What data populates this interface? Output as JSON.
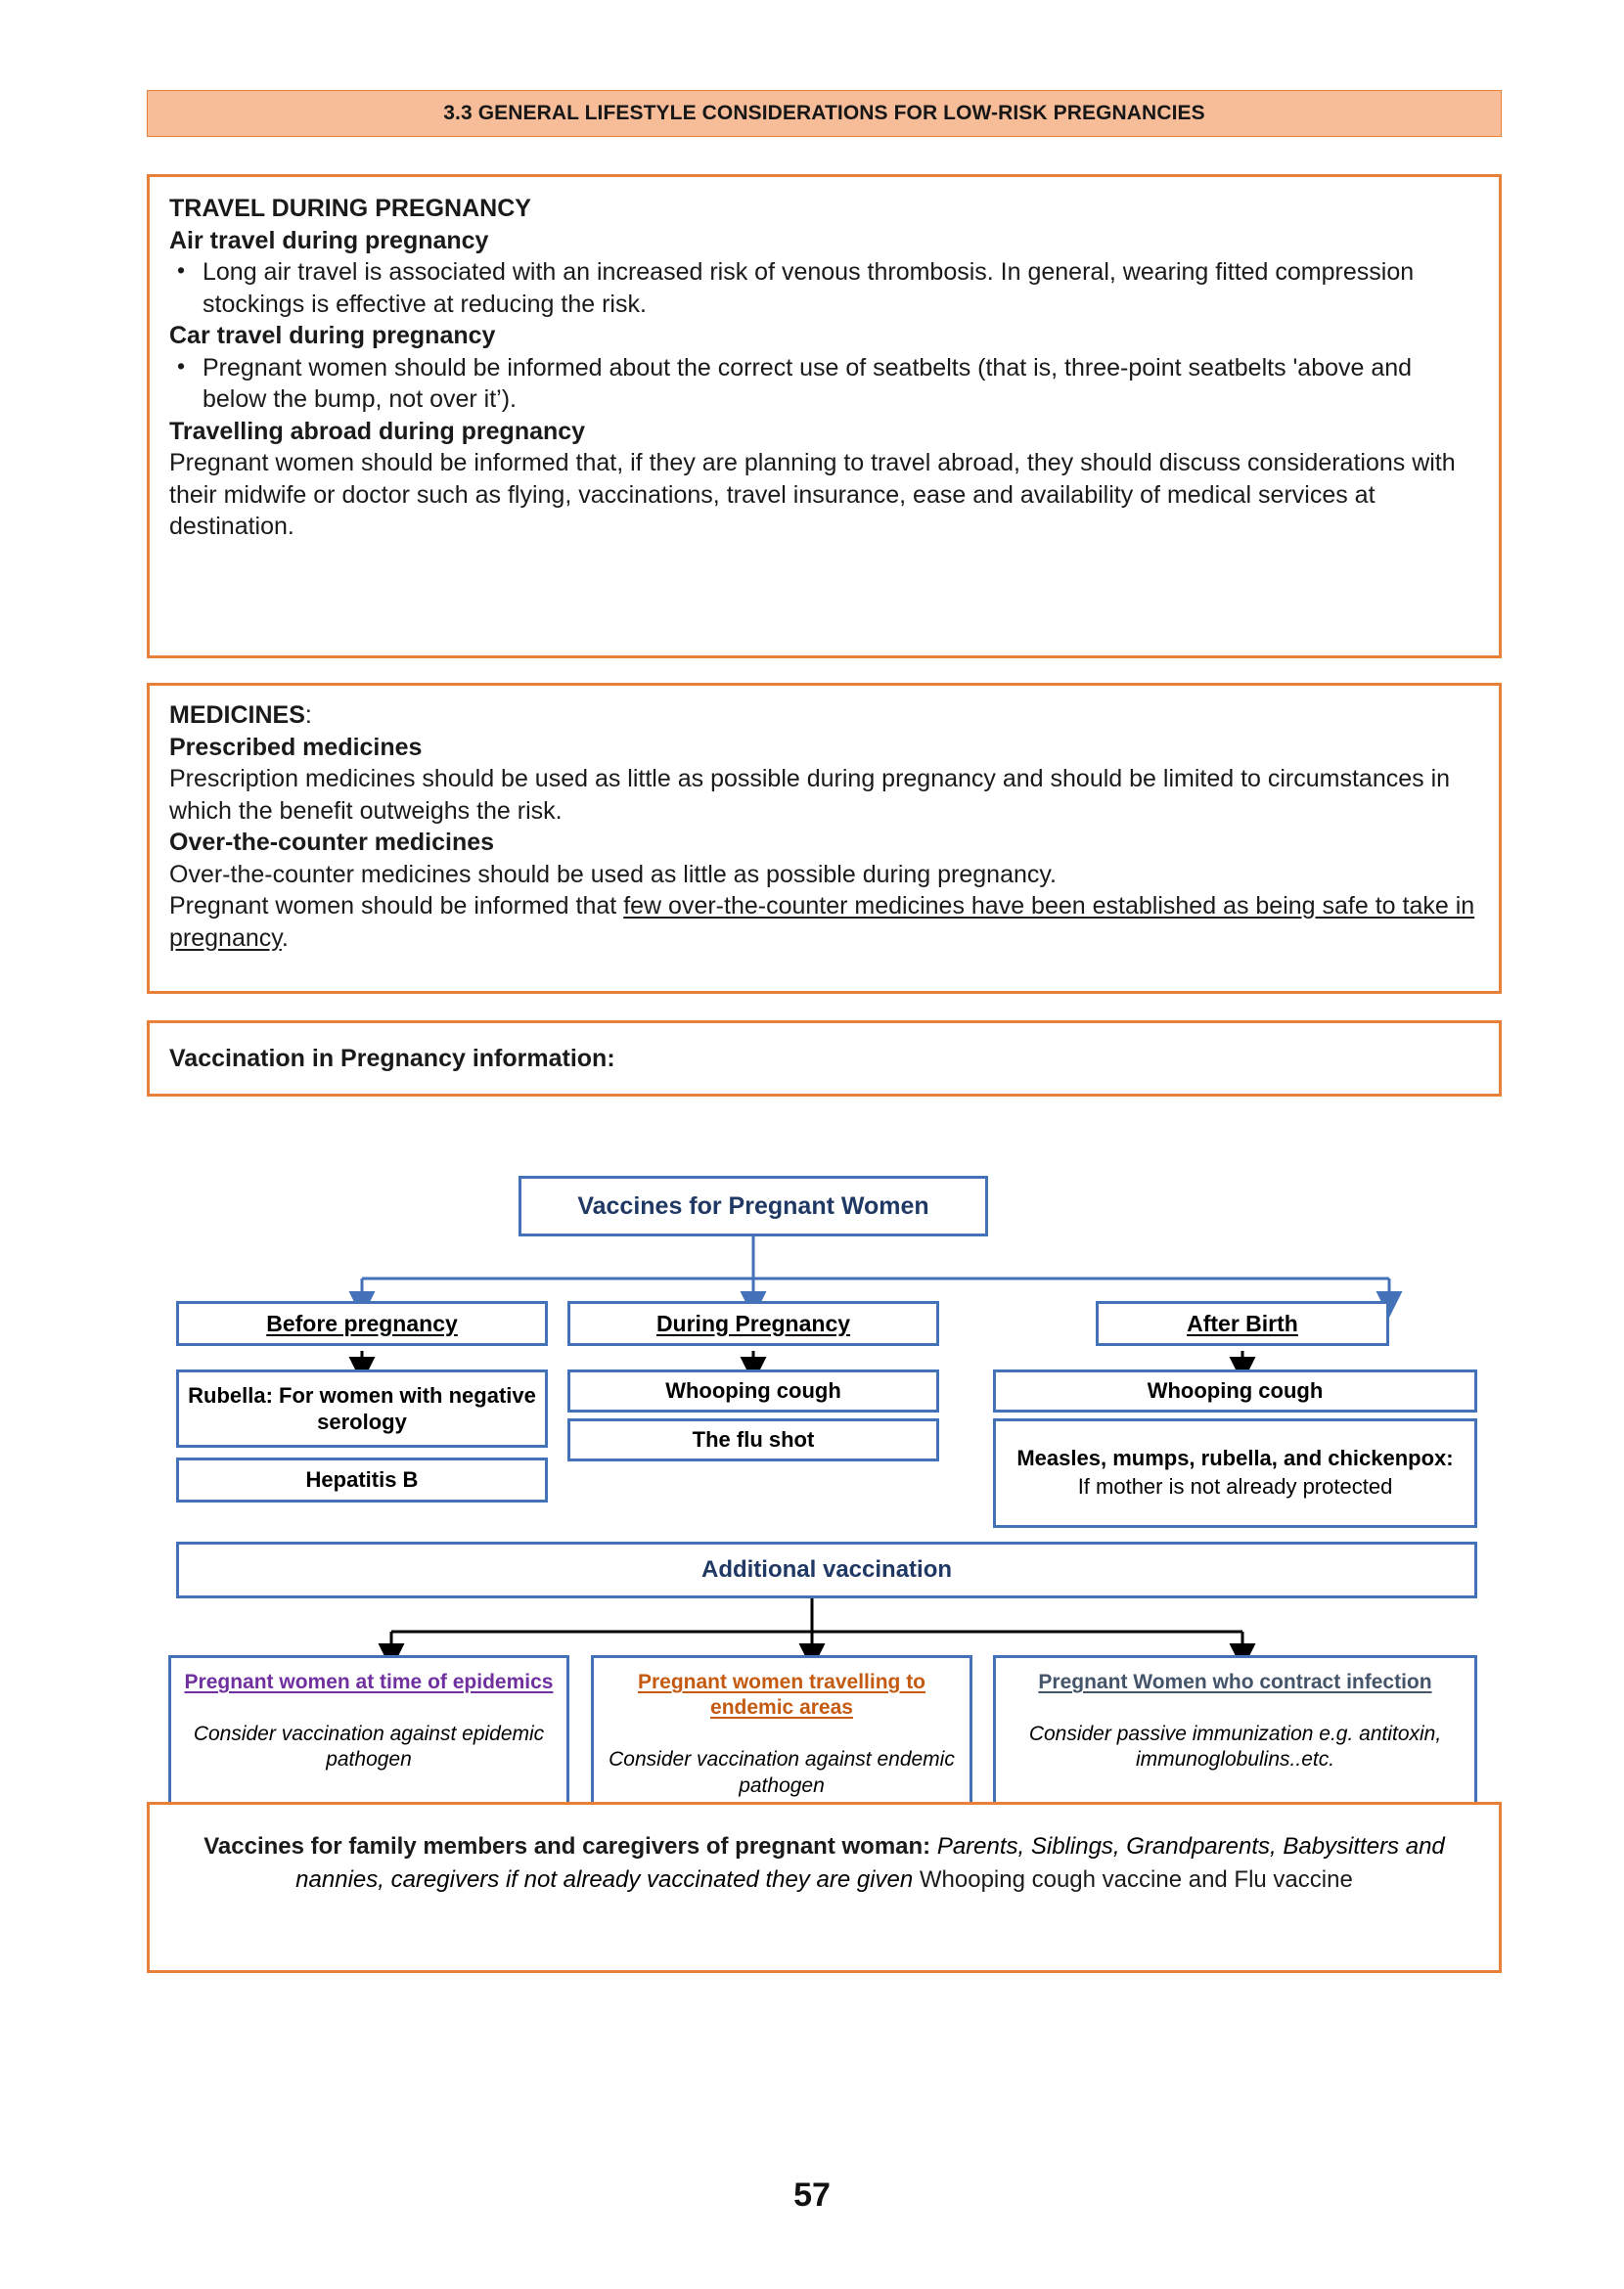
{
  "header": {
    "title": "3.3 GENERAL LIFESTYLE CONSIDERATIONS FOR LOW-RISK PREGNANCIES"
  },
  "travel_box": {
    "title": "TRAVEL DURING PREGNANCY",
    "air_heading": "Air travel during pregnancy",
    "air_bullet": "Long air travel is associated with an increased risk of venous thrombosis. In general, wearing fitted compression stockings is effective at reducing the risk.",
    "car_heading": "Car travel during pregnancy",
    "car_bullet": "Pregnant women should be informed about the correct use of seatbelts (that is, three-point seatbelts 'above and below the bump, not over it’).",
    "abroad_heading": "Travelling abroad during pregnancy",
    "abroad_text": "Pregnant women should be informed that, if they are planning to travel abroad, they should discuss considerations with their midwife or doctor such as flying, vaccinations, travel insurance, ease and availability of medical services at destination."
  },
  "medicines_box": {
    "title": "MEDICINES",
    "title_colon": ":",
    "prescribed_heading": "Prescribed medicines",
    "prescribed_text": "Prescription medicines should be used as little as possible during pregnancy and should be limited to circumstances in which the benefit outweighs the risk.",
    "otc_heading": "Over-the-counter medicines",
    "otc_text_1": "Over-the-counter medicines should be used as little as possible during pregnancy.",
    "otc_text_2_plain": "Pregnant women should be informed that ",
    "otc_text_2_underlined": "few over-the-counter medicines have been established as being safe to take in pregnancy",
    "otc_text_2_end": "."
  },
  "vaccination_info_box": {
    "label": "Vaccination in Pregnancy information:"
  },
  "flowchart": {
    "root": "Vaccines for Pregnant Women",
    "branches": [
      {
        "label": "Before pregnancy"
      },
      {
        "label": "During Pregnancy"
      },
      {
        "label": "After Birth"
      }
    ],
    "before_pregnancy_items": [
      "Rubella: For women with negative serology",
      "Hepatitis B"
    ],
    "during_pregnancy_items": [
      "Whooping cough",
      "The flu shot"
    ],
    "after_birth_items": [
      {
        "bold": "Whooping cough",
        "rest": ""
      },
      {
        "bold": "Measles, mumps, rubella, and chickenpox:",
        "rest": " If mother is not already protected"
      }
    ],
    "additional_vaccination": "Additional vaccination",
    "additional_items": [
      {
        "heading": "Pregnant women at time of epidemics",
        "body": "Consider vaccination against epidemic pathogen",
        "color": "#7030A0"
      },
      {
        "heading": "Pregnant women travelling to endemic areas",
        "body": "Consider vaccination against endemic pathogen",
        "color": "#C55A11"
      },
      {
        "heading": "Pregnant Women who contract infection",
        "body": "Consider passive immunization e.g. antitoxin, immunoglobulins..etc.",
        "color": "#44546A"
      }
    ]
  },
  "family_box": {
    "bold_part": "Vaccines for family members and caregivers of pregnant woman:",
    "italic_part": " Parents, Siblings, Grandparents, Babysitters and nannies, caregivers if not already vaccinated they are given",
    "plain_part": "Whooping cough vaccine and Flu vaccine"
  },
  "footer": {
    "page_number": "57"
  },
  "colors": {
    "banner_fill": "#F7BC98",
    "orange_border": "#E8803A",
    "blue_border": "#4472B8",
    "blue_text": "#1F3864",
    "purple": "#7030A0",
    "orange_text": "#C55A11",
    "slate": "#44546A"
  }
}
